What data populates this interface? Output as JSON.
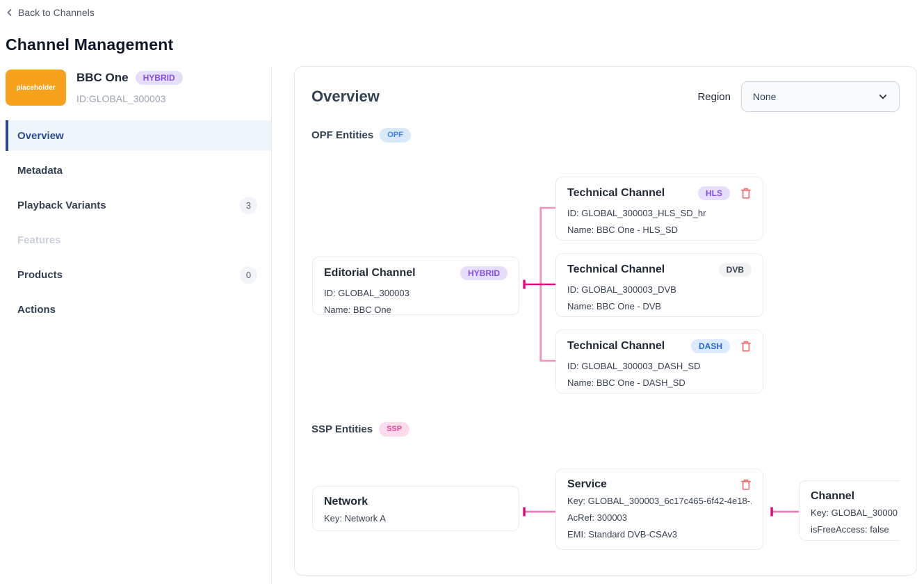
{
  "header": {
    "back_label": "Back to Channels",
    "title": "Channel Management"
  },
  "sidebar": {
    "channel": {
      "logo_text": "placeholder",
      "name": "BBC One",
      "badge": "HYBRID",
      "id": "ID:GLOBAL_300003"
    },
    "nav": [
      {
        "label": "Overview"
      },
      {
        "label": "Metadata"
      },
      {
        "label": "Playback Variants",
        "count": "3"
      },
      {
        "label": "Features"
      },
      {
        "label": "Products",
        "count": "0"
      },
      {
        "label": "Actions"
      }
    ]
  },
  "main": {
    "title": "Overview",
    "region": {
      "label": "Region",
      "value": "None"
    },
    "opf": {
      "heading": "OPF Entities",
      "badge": "OPF",
      "editorial": {
        "title": "Editorial Channel",
        "badge": "HYBRID",
        "rows": [
          "ID: GLOBAL_300003",
          "Name: BBC One"
        ]
      },
      "technical": [
        {
          "title": "Technical Channel",
          "badge": "HLS",
          "rows": [
            "ID: GLOBAL_300003_HLS_SD_hr",
            "Name: BBC One - HLS_SD"
          ]
        },
        {
          "title": "Technical Channel",
          "badge": "DVB",
          "rows": [
            "ID: GLOBAL_300003_DVB",
            "Name: BBC One - DVB"
          ]
        },
        {
          "title": "Technical Channel",
          "badge": "DASH",
          "rows": [
            "ID: GLOBAL_300003_DASH_SD",
            "Name: BBC One - DASH_SD"
          ]
        }
      ]
    },
    "ssp": {
      "heading": "SSP Entities",
      "badge": "SSP",
      "network": {
        "title": "Network",
        "rows": [
          "Key: Network A"
        ]
      },
      "service": {
        "title": "Service",
        "rows": [
          "Key: GLOBAL_300003_6c17c465-6f42-4e18-...",
          "AcRef: 300003",
          "EMI: Standard DVB-CSAv3"
        ]
      },
      "channel": {
        "title": "Channel",
        "rows": [
          "Key: GLOBAL_30000",
          "isFreeAccess: false"
        ]
      }
    }
  },
  "colors": {
    "wire_dark_pink": "#e5097f",
    "wire_light_pink": "#f58fbb",
    "wire_medium_pink": "#f472b6",
    "trash_red": "#ee6f70",
    "active_nav_blue": "#2b4a8f",
    "badge_purple": "#8250f0",
    "badge_blue": "#2563eb",
    "badge_pink": "#ec4899",
    "logo_orange": "#f6a21d"
  }
}
